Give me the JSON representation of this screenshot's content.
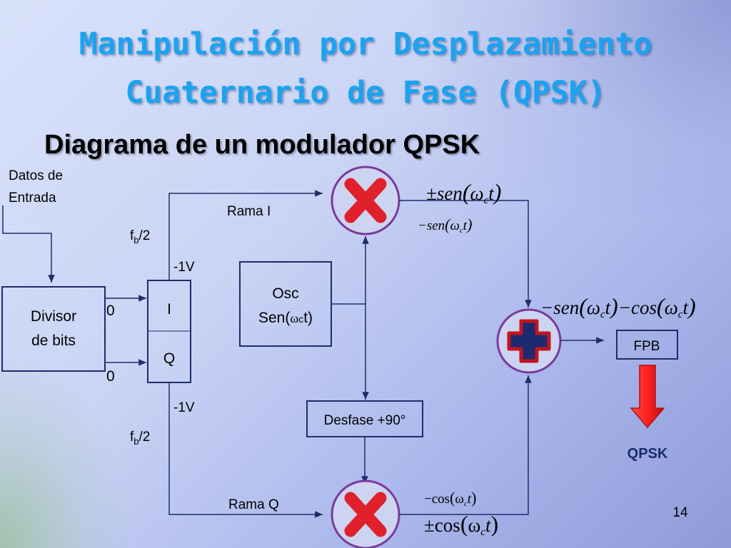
{
  "title": {
    "line1": "Manipulación por Desplazamiento",
    "line2": "Cuaternario de  Fase (QPSK)"
  },
  "subtitle": "Diagrama de un modulador QPSK",
  "input": {
    "line1": "Datos de",
    "line2": "Entrada"
  },
  "divisor": {
    "line1": "Divisor",
    "line2": "de bits"
  },
  "levels": {
    "zero_top": "0",
    "zero_bottom": "0",
    "neg_top": "-1V",
    "neg_bottom": "-1V"
  },
  "rate": {
    "f": "f",
    "sub": "b",
    "div": "/2"
  },
  "iq": {
    "i": "I",
    "q": "Q"
  },
  "branch": {
    "i": "Rama I",
    "q": "Rama Q"
  },
  "osc": {
    "line1": "Osc",
    "line2": "Sen(",
    "omega": "ω",
    "sub": "c",
    "tail": "t)"
  },
  "phase_shift": "Desfase +90°",
  "filter": "FPB",
  "output": "QPSK",
  "page_number": "14",
  "expressions": {
    "i_top": {
      "pm": "±",
      "fn": "sen",
      "w": "ω",
      "c": "c",
      "t": "t"
    },
    "i_bottom": {
      "m": "−",
      "fn": "sen",
      "w": "ω",
      "c": "c",
      "t": "t"
    },
    "sum": {
      "m": "−",
      "fn1": "sen",
      "m2": "−",
      "fn2": "cos",
      "w": "ω",
      "c": "c",
      "t": "t"
    },
    "q_top": {
      "m": "−",
      "fn": "cos",
      "w": "ω",
      "c": "c",
      "t": "t"
    },
    "q_bottom": {
      "pm": "±",
      "fn": "cos",
      "w": "ω",
      "c": "c",
      "t": "t"
    }
  },
  "colors": {
    "title": "#1aa3f0",
    "block_border": "#1e2d6b",
    "circle_border": "#7a3a9a",
    "multiplier_x": "#e0202a",
    "adder_plus": "#c0151e",
    "adder_plus_core": "#1e2a70",
    "output_arrow": "#e02020"
  },
  "icons": {
    "multiplier": "multiply-x-icon",
    "adder": "plus-icon",
    "output": "down-arrow-icon"
  }
}
